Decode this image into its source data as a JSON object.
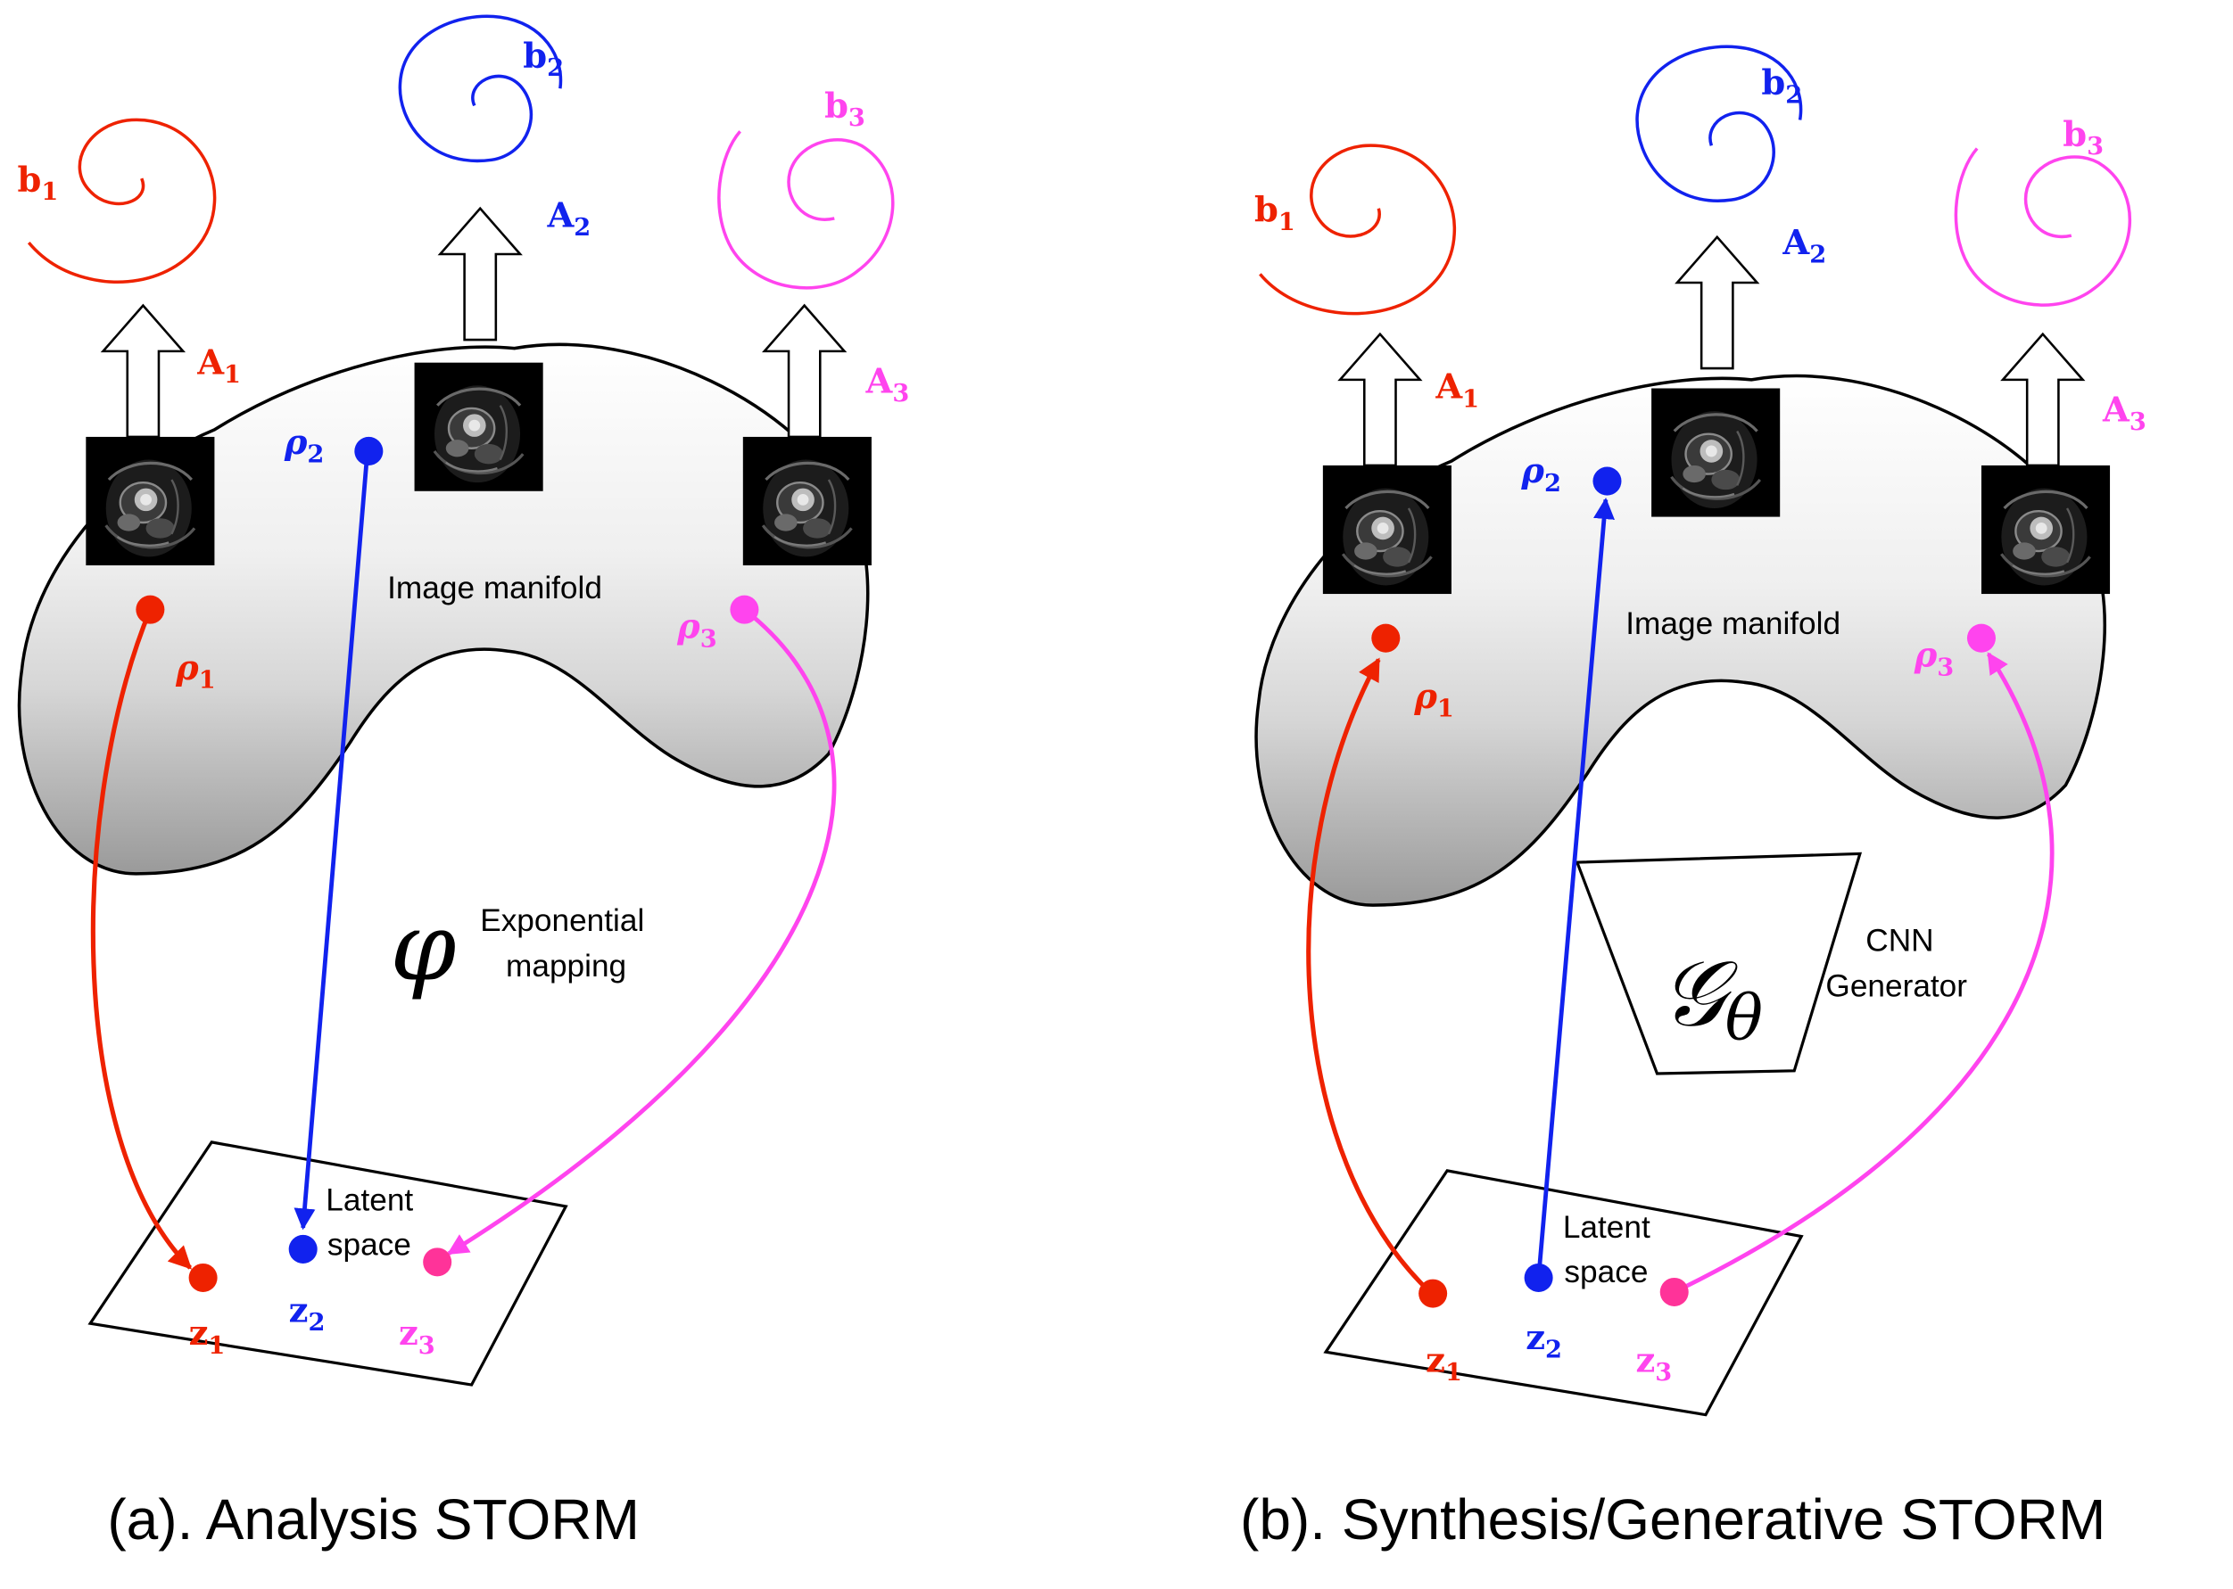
{
  "colors": {
    "red": "#ee2200",
    "blue": "#1122ee",
    "magenta": "#ff44ee",
    "pink": "#ff3399",
    "black": "#000000"
  },
  "panels": [
    {
      "caption": "(a). Analysis STORM",
      "manifold_label": "Image manifold",
      "latent_label_line1": "Latent",
      "latent_label_line2": "space",
      "mapping_symbol": "φ",
      "mapping_line1": "Exponential",
      "mapping_line2": "mapping",
      "arrow_direction": "manifold-to-latent",
      "labels": {
        "b1": "b",
        "b1_sub": "1",
        "b2": "b",
        "b2_sub": "2",
        "b3": "b",
        "b3_sub": "3",
        "A1": "A",
        "A1_sub": "1",
        "A2": "A",
        "A2_sub": "2",
        "A3": "A",
        "A3_sub": "3",
        "rho1": "ρ",
        "rho1_sub": "1",
        "rho2": "ρ",
        "rho2_sub": "2",
        "rho3": "ρ",
        "rho3_sub": "3",
        "z1": "z",
        "z1_sub": "1",
        "z2": "z",
        "z2_sub": "2",
        "z3": "z",
        "z3_sub": "3"
      }
    },
    {
      "caption": "(b). Synthesis/Generative STORM",
      "manifold_label": "Image manifold",
      "latent_label_line1": "Latent",
      "latent_label_line2": "space",
      "generator_symbol": "𝒢",
      "generator_sub": "θ",
      "generator_line1": "CNN",
      "generator_line2": "Generator",
      "arrow_direction": "latent-to-manifold",
      "labels": {
        "b1": "b",
        "b1_sub": "1",
        "b2": "b",
        "b2_sub": "2",
        "b3": "b",
        "b3_sub": "3",
        "A1": "A",
        "A1_sub": "1",
        "A2": "A",
        "A2_sub": "2",
        "A3": "A",
        "A3_sub": "3",
        "rho1": "ρ",
        "rho1_sub": "1",
        "rho2": "ρ",
        "rho2_sub": "2",
        "rho3": "ρ",
        "rho3_sub": "3",
        "z1": "z",
        "z1_sub": "1",
        "z2": "z",
        "z2_sub": "2",
        "z3": "z",
        "z3_sub": "3"
      }
    }
  ]
}
